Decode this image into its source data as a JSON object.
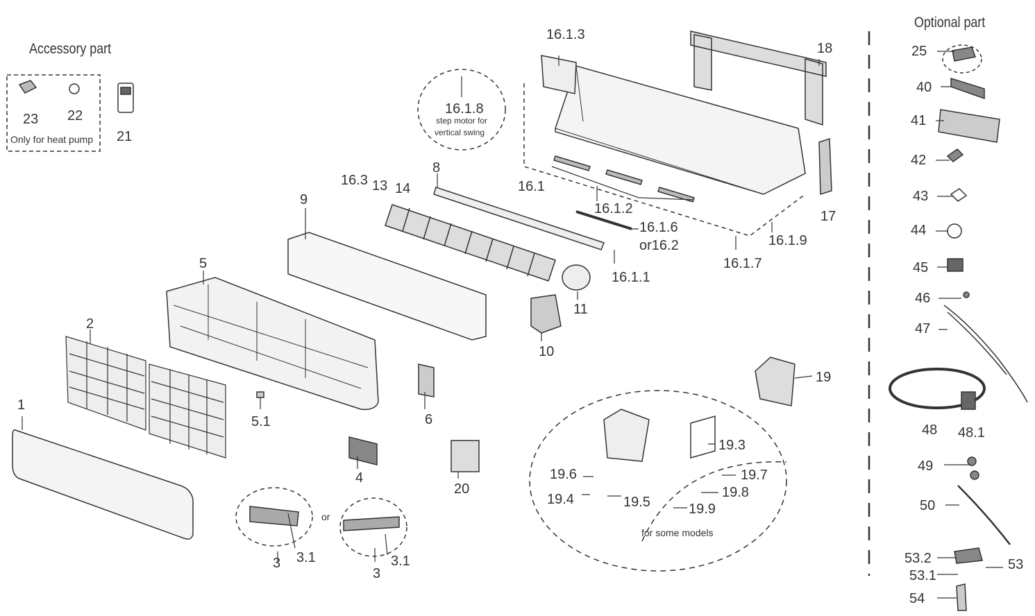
{
  "headings": {
    "accessory": "Accessory part",
    "optional": "Optional part"
  },
  "notes": {
    "heat_pump": "Only for heat pump",
    "step_motor_1": "step motor for",
    "step_motor_2": "vertical swing",
    "some_models": "for some models",
    "or": "or"
  },
  "labels": [
    "23",
    "22",
    "21",
    "25",
    "40",
    "41",
    "42",
    "43",
    "44",
    "45",
    "46",
    "47",
    "48",
    "48.1",
    "49",
    "50",
    "53.2",
    "53.1",
    "53",
    "54",
    "16.1.3",
    "18",
    "16.1.8",
    "16.3",
    "13",
    "14",
    "8",
    "9",
    "16.1",
    "16.1.2",
    "16.1.6",
    "or16.2",
    "17",
    "16.1.9",
    "16.1.7",
    "16.1.1",
    "5",
    "11",
    "10",
    "2",
    "19",
    "1",
    "5.1",
    "6",
    "19.3",
    "4",
    "20",
    "19.6",
    "19.7",
    "19.4",
    "19.5",
    "19.8",
    "19.9",
    "3",
    "3.1",
    "3",
    "3.1"
  ]
}
